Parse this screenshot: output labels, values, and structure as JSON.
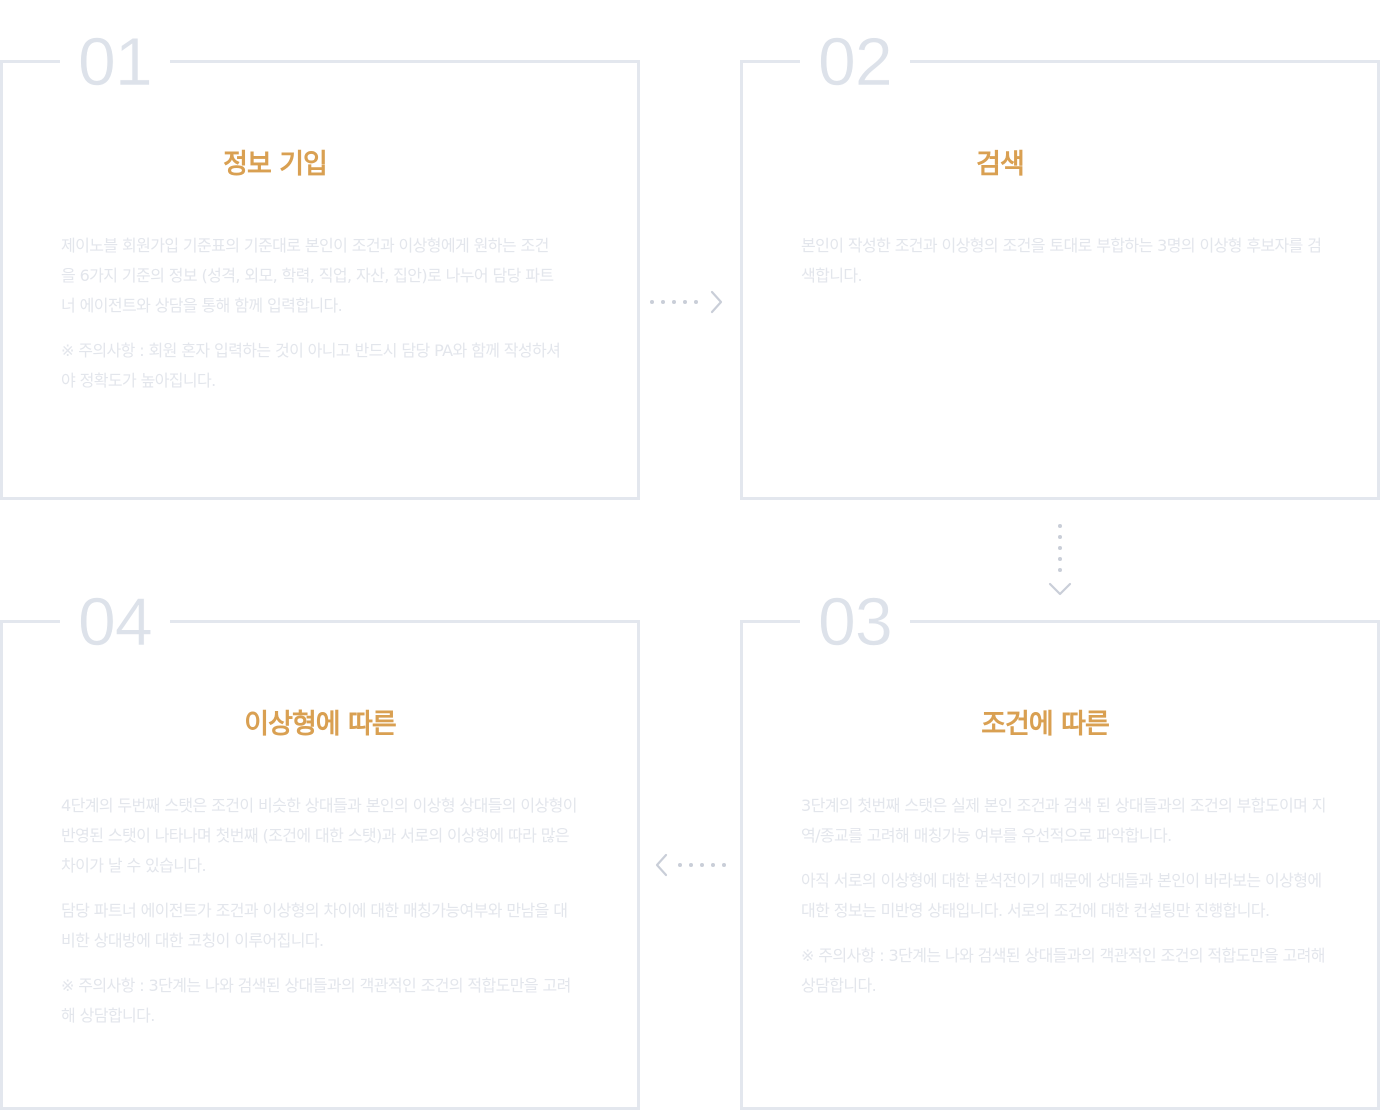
{
  "steps": [
    {
      "number": "01",
      "title": "정보 기입",
      "paragraphs": [
        "제이노블 회원가입 기준표의 기준대로 본인이 조건과 이상형에게 원하는 조건을 6가지 기준의 정보 (성격, 외모, 학력, 직업, 자산, 집안)로 나누어 담당 파트너 에이전트와 상담을 통해 함께 입력합니다.",
        "※ 주의사항 : 회원 혼자 입력하는 것이 아니고 반드시 담당 PA와 함께 작성하셔야 정확도가 높아집니다."
      ]
    },
    {
      "number": "02",
      "title": "검색",
      "paragraphs": [
        "본인이 작성한 조건과 이상형의 조건을 토대로 부합하는 3명의 이상형 후보자를 검색합니다."
      ]
    },
    {
      "number": "03",
      "title": "조건에 따른",
      "paragraphs": [
        "3단계의 첫번째 스탯은 실제 본인 조건과 검색 된 상대들과의 조건의 부합도이며 지역/종교를 고려해 매칭가능 여부를 우선적으로 파악합니다.",
        "아직 서로의 이상형에 대한 분석전이기 때문에 상대들과 본인이 바라보는 이상형에 대한 정보는 미반영 상태입니다. 서로의 조건에 대한 컨설팅만 진행합니다.",
        "※ 주의사항 : 3단계는 나와 검색된 상대들과의 객관적인 조건의 적합도만을 고려해 상담합니다."
      ]
    },
    {
      "number": "04",
      "title": "이상형에 따른",
      "paragraphs": [
        "4단계의 두번째 스탯은 조건이 비슷한 상대들과 본인의 이상형 상대들의 이상형이 반영된 스탯이 나타나며 첫번째 (조건에 대한 스탯)과 서로의 이상형에 따라 많은 차이가 날 수 있습니다.",
        "담당 파트너 에이전트가 조건과 이상형의 차이에 대한 매칭가능여부와 만남을 대비한 상대방에 대한 코칭이 이루어집니다.",
        "※ 주의사항 : 3단계는 나와 검색된 상대들과의 객관적인 조건의 적합도만을 고려해 상담합니다."
      ]
    }
  ],
  "colors": {
    "border": "#e3e7ee",
    "number": "#dde2ea",
    "title": "#d9a052",
    "body_text": "#e3e6ec",
    "arrow": "#c9ced8"
  },
  "icons": {
    "arrow_right": "dotted-arrow-right-icon",
    "arrow_down": "dotted-arrow-down-icon",
    "arrow_left": "dotted-arrow-left-icon"
  }
}
